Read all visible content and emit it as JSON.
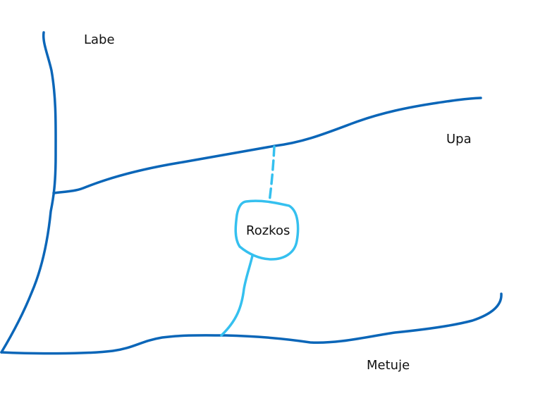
{
  "labels": {
    "labe": "Labe",
    "upa": "Upa",
    "metuje": "Metuje",
    "rozkos": "Rozkos"
  },
  "colors": {
    "river": "#0b66b8",
    "connector": "#35c0ef",
    "text": "#111111",
    "background": "#ffffff"
  }
}
